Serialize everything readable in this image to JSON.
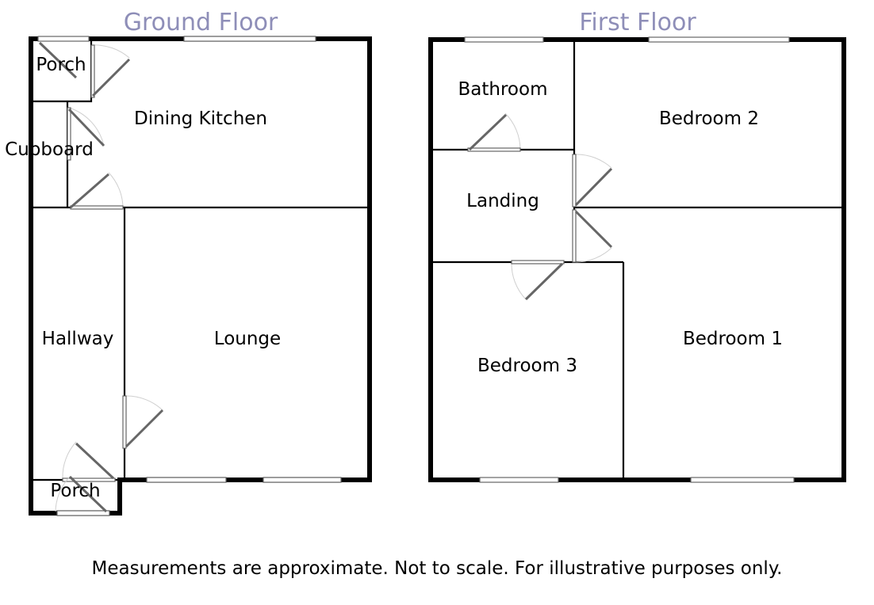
{
  "floors": [
    {
      "title": "Ground Floor",
      "rooms": [
        "Porch",
        "Dining Kitchen",
        "Cupboard",
        "Hallway",
        "Lounge",
        "Porch"
      ]
    },
    {
      "title": "First Floor",
      "rooms": [
        "Bathroom",
        "Bedroom 2",
        "Landing",
        "Bedroom 1",
        "Bedroom 3"
      ]
    }
  ],
  "disclaimer": "Measurements are approximate. Not to scale. For illustrative purposes only."
}
